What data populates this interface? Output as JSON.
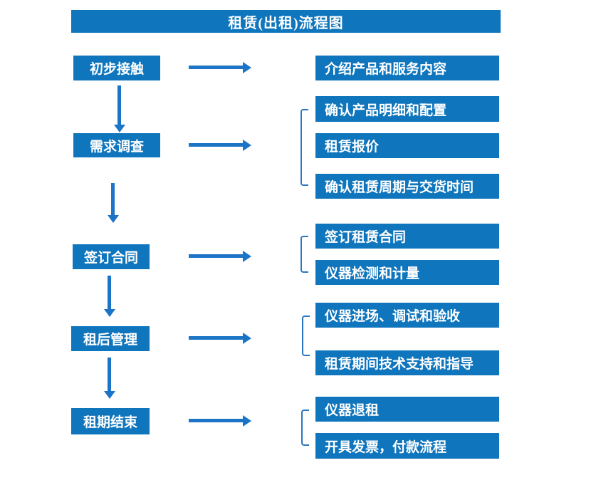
{
  "title": "租赁(出租)流程图",
  "colors": {
    "box_blue": "#0F75BC",
    "arrow_blue": "#1B74C6",
    "bracket_blue": "#2B76C0",
    "text_white": "#FFFFFF"
  },
  "steps": [
    {
      "label": "初步接触",
      "details": [
        "介绍产品和服务内容"
      ]
    },
    {
      "label": "需求调查",
      "details": [
        "确认产品明细和配置",
        "租赁报价",
        "确认租赁周期与交货时间"
      ]
    },
    {
      "label": "签订合同",
      "details": [
        "签订租赁合同",
        "仪器检测和计量"
      ]
    },
    {
      "label": "租后管理",
      "details": [
        "仪器进场、调试和验收",
        "租赁期间技术支持和指导"
      ]
    },
    {
      "label": "租期结束",
      "details": [
        "仪器退租",
        "开具发票，付款流程"
      ]
    }
  ]
}
